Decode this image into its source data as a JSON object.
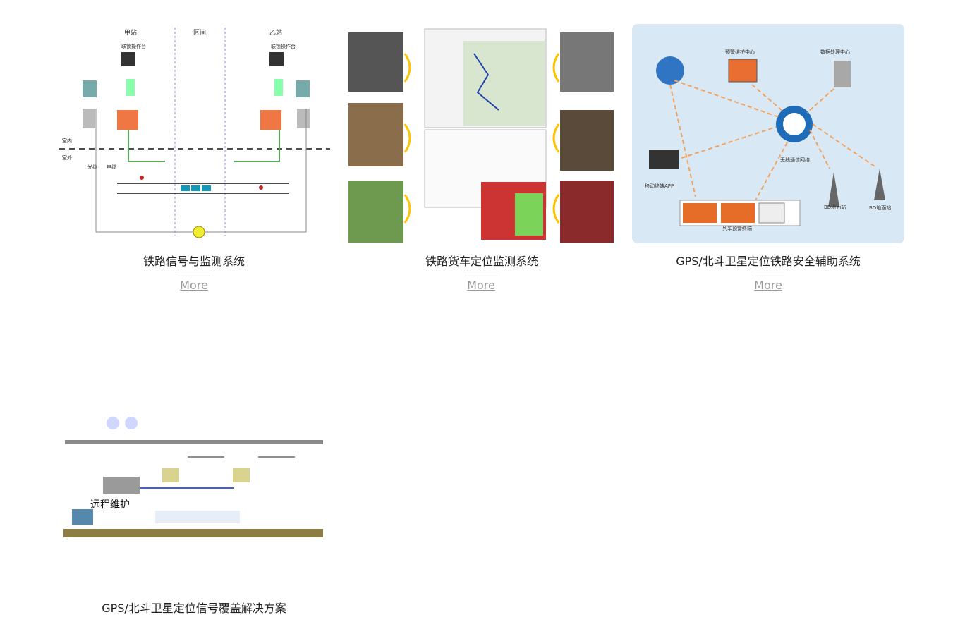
{
  "products": [
    {
      "title": "铁路信号与监测系统",
      "more": "More",
      "diagram": {
        "station_a": "甲站",
        "section": "区间",
        "station_b": "乙站",
        "console": "联锁操作台",
        "indoor": "室内",
        "outdoor": "室外",
        "fiber": "光缆",
        "cable": "电缆"
      }
    },
    {
      "title": "铁路货车定位监测系统",
      "more": "More"
    },
    {
      "title": "GPS/北斗卫星定位铁路安全辅助系统",
      "more": "More",
      "diagram": {
        "warning_center": "预警维护中心",
        "data_center": "数据处理中心",
        "mobile_app": "移动终端APP",
        "wireless": "无线通信网络",
        "bd_station_1": "BD地面站",
        "bd_station_2": "BD地面站",
        "train_terminal": "列车预警终端"
      }
    },
    {
      "title": "GPS/北斗卫星定位信号覆盖解决方案",
      "diagram": {
        "remote": "远程维护"
      }
    }
  ]
}
